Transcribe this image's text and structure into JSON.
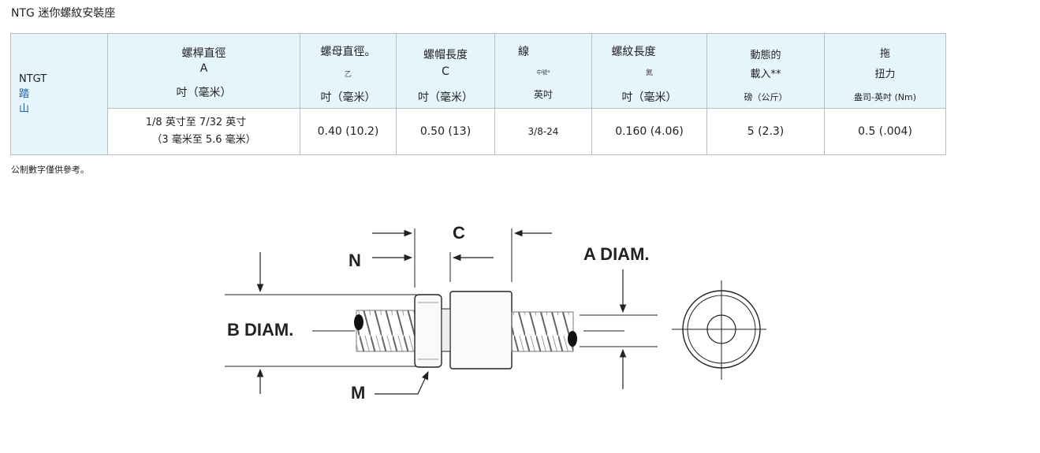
{
  "title": "NTG 迷你螺紋安裝座",
  "table": {
    "model": {
      "code": "NTGT",
      "line2": "踏",
      "line3": "山"
    },
    "headers": [
      {
        "l1": "螺桿直徑",
        "l2": "A",
        "l3": "吋（毫米）"
      },
      {
        "l1": "螺母直徑。",
        "l2": "乙",
        "l3": "吋（毫米）"
      },
      {
        "l1": "螺帽長度",
        "l2": "C",
        "l3": "吋（毫米）"
      },
      {
        "l1": "線",
        "l2": "中號*",
        "l3": "英吋"
      },
      {
        "l1": "螺紋長度",
        "l2": "氮",
        "l3": "吋（毫米）"
      },
      {
        "l1": "動態的",
        "l2": "載入**",
        "l3": "磅（公斤）"
      },
      {
        "l1": "拖",
        "l2": "扭力",
        "l3": "盎司-英吋 (Nm)"
      }
    ],
    "values": {
      "screw_diameter_line1": "1/8 英寸至 7/32 英寸",
      "screw_diameter_line2": "（3 毫米至 5.6 毫米）",
      "nut_diameter": "0.40 (10.2)",
      "nut_length": "0.50 (13)",
      "thread": "3/8-24",
      "thread_length": "0.160 (4.06)",
      "dynamic_load": "5 (2.3)",
      "drag_torque": "0.5 (.004)"
    }
  },
  "footnote": "公制數字僅供參考。",
  "drawing": {
    "label_c": "C",
    "label_n": "N",
    "label_a": "A DIAM.",
    "label_b": "B DIAM.",
    "label_m": "M"
  }
}
